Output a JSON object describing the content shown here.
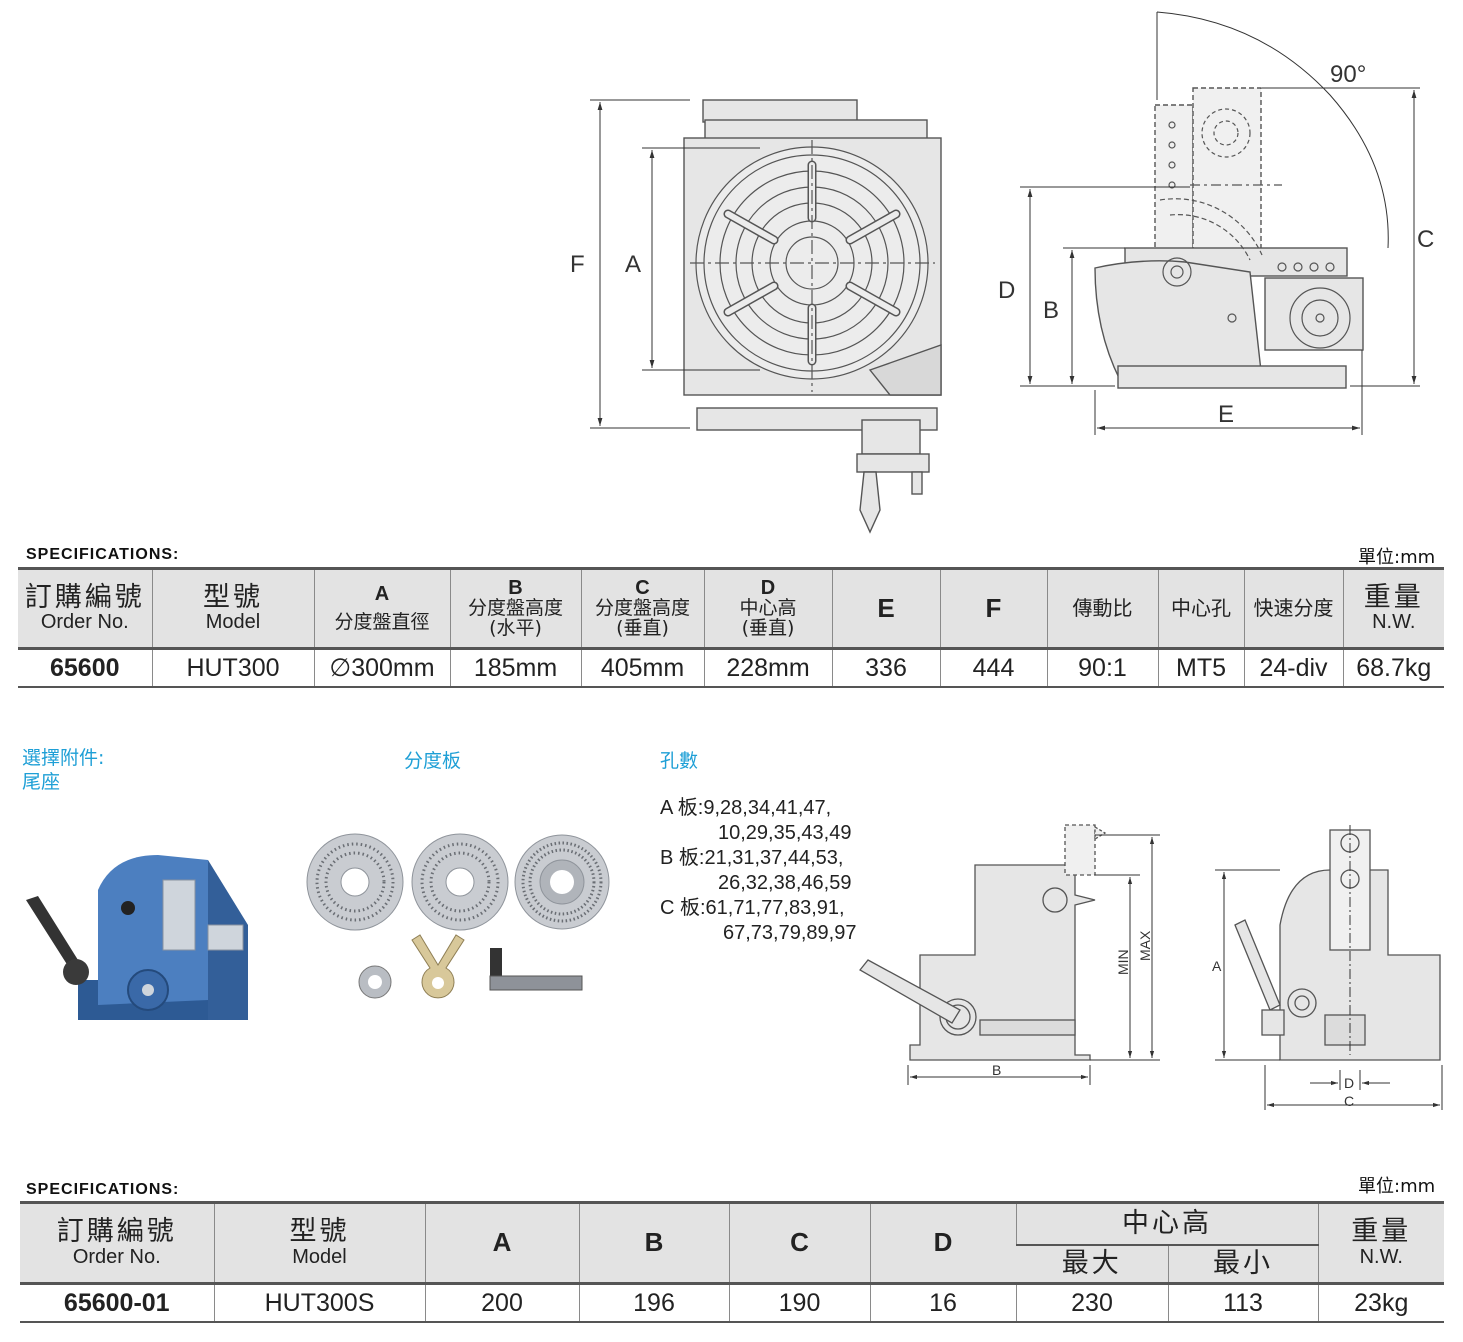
{
  "diagram_labels": {
    "top_front": {
      "f": "F",
      "a": "A"
    },
    "top_side": {
      "angle": "90°",
      "c": "C",
      "d": "D",
      "b": "B",
      "e": "E"
    },
    "tail_side": {
      "min": "MIN",
      "max": "MAX",
      "b": "B"
    },
    "tail_front": {
      "a": "A",
      "d": "D",
      "c": "C"
    }
  },
  "spec1": {
    "title": "SPECIFICATIONS:",
    "unit": "單位:mm",
    "headers": {
      "order": {
        "zh": "訂購編號",
        "en": "Order No."
      },
      "model": {
        "zh": "型號",
        "en": "Model"
      },
      "a": {
        "letter": "A",
        "zh": "分度盤直徑"
      },
      "b": {
        "letter": "B",
        "zh": "分度盤高度",
        "sub": "(水平)"
      },
      "c": {
        "letter": "C",
        "zh": "分度盤高度",
        "sub": "(垂直)"
      },
      "d": {
        "letter": "D",
        "zh": "中心高",
        "sub": "(垂直)"
      },
      "e": "E",
      "f": "F",
      "ratio": "傳動比",
      "center_hole": "中心孔",
      "quick": "快速分度",
      "weight": {
        "zh": "重量",
        "en": "N.W."
      }
    },
    "row": {
      "order": "65600",
      "model": "HUT300",
      "a": "∅300mm",
      "b": "185mm",
      "c": "405mm",
      "d": "228mm",
      "e": "336",
      "f": "444",
      "ratio": "90:1",
      "center_hole": "MT5",
      "quick": "24-div",
      "weight": "68.7kg"
    }
  },
  "accessories": {
    "optional_label": "選擇附件:",
    "tailstock_label": "尾座",
    "plate_label": "分度板",
    "holes_label": "孔數",
    "holes": [
      "A  板:9,28,34,41,47,",
      "10,29,35,43,49",
      "B  板:21,31,37,44,53,",
      "26,32,38,46,59",
      "C  板:61,71,77,83,91,",
      "67,73,79,89,97"
    ]
  },
  "spec2": {
    "title": "SPECIFICATIONS:",
    "unit": "單位:mm",
    "headers": {
      "order": {
        "zh": "訂購編號",
        "en": "Order No."
      },
      "model": {
        "zh": "型號",
        "en": "Model"
      },
      "a": "A",
      "b": "B",
      "c": "C",
      "d": "D",
      "center_height": "中心高",
      "max": "最大",
      "min": "最小",
      "weight": {
        "zh": "重量",
        "en": "N.W."
      }
    },
    "row": {
      "order": "65600-01",
      "model": "HUT300S",
      "a": "200",
      "b": "196",
      "c": "190",
      "d": "16",
      "max": "230",
      "min": "113",
      "weight": "23kg"
    }
  },
  "colors": {
    "accent_cyan": "#1e9fd6",
    "drawing_fill": "#e6e6e6",
    "tailstock_blue": "#3d6fb0"
  }
}
